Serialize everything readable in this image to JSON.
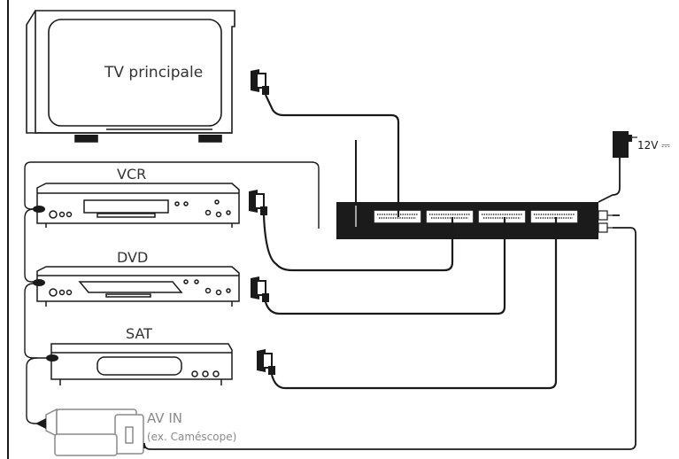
{
  "devices": {
    "tv": {
      "label": "TV principale"
    },
    "vcr": {
      "label": "VCR"
    },
    "dvd": {
      "label": "DVD"
    },
    "sat": {
      "label": "SAT"
    },
    "camcorder": {
      "label": "AV IN",
      "sublabel": "(ex. Caméscope)"
    }
  },
  "adapter": {
    "label": "12V ⎓"
  },
  "colors": {
    "stroke": "#1a1a1a",
    "hub": "#1b1b1b",
    "camcorder": "#8a8a8a"
  }
}
